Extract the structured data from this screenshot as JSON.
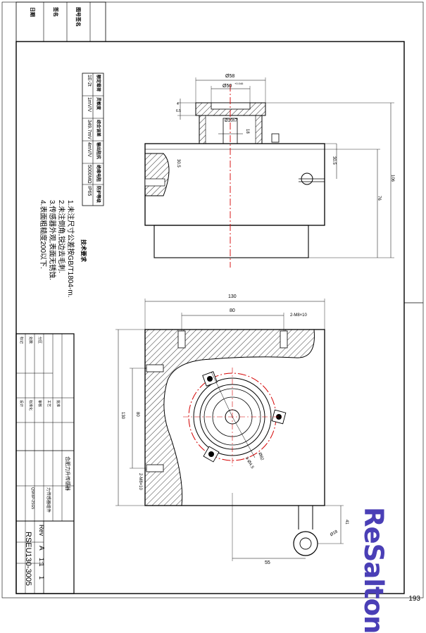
{
  "page_number": "193",
  "logo": {
    "text": "ReSalton"
  },
  "drawing_no": "RSEU130-3005",
  "rev_label": "Rev",
  "rev_value": "A",
  "scale": "1:1",
  "sheet_of": "1",
  "top_left_box": [
    "图号签名",
    "日期",
    "签名"
  ],
  "spec_table": {
    "headers": [
      "额定载荷",
      "灵敏度",
      "综合误差",
      "输出阻抗",
      "绝缘电阻",
      "防护等级"
    ],
    "values": [
      "1E-2t",
      "1mV/V",
      "349.7mV",
      "4mV/V",
      "5000MΩ",
      "IP65"
    ]
  },
  "notes": {
    "title": "技术要求",
    "items": [
      "1.未注尺寸公差按GB/T1804-m.",
      "2.未注倒角,锐边去毛刺.",
      "3.传感器外观,表面无锈蚀.",
      "4.表面粗糙度200以下."
    ]
  },
  "dims_top": {
    "d58": "Ø58",
    "d50": "Ø50",
    "d50_tol": "+0.046",
    "d10": "Ø10h7",
    "d4": "4",
    "d6": "6.5",
    "d18": "18",
    "d30_5a": "30.5",
    "d30_5b": "30.5",
    "d76": "76",
    "d106": "106"
  },
  "dims_bottom": {
    "w130": "130",
    "w80": "80",
    "h130": "130",
    "h80": "80",
    "thread_top": "2-M8×10",
    "thread_left": "2-M8×10",
    "pcd": "Ø82",
    "holes": "3-Ø4.5",
    "w55": "55",
    "h41": "41",
    "d18": "Ø18"
  },
  "title_block": {
    "company": "合肥力升传感器",
    "product": "力传感器组件",
    "material": "QSK6P-2SG5",
    "rows": [
      "标记",
      "处数",
      "分区",
      "更改文件号",
      "签名",
      "日期"
    ],
    "roles": [
      "设计",
      "标准化",
      "审核",
      "工艺",
      "批准"
    ]
  }
}
